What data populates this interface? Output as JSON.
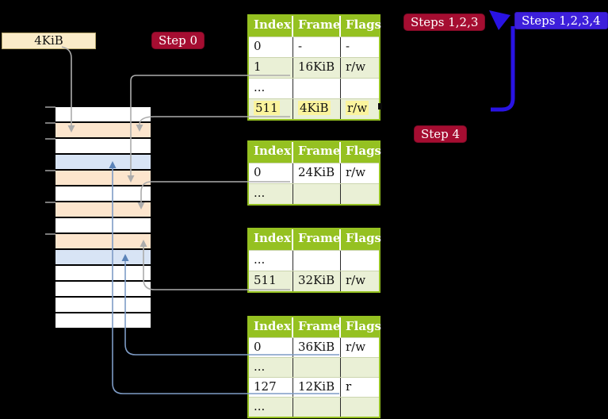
{
  "colors": {
    "background": "#000000",
    "table_header_green": "#95C121",
    "table_row_shaded": "#EAF0D6",
    "highlight_yellow": "#FBF49D",
    "badge_red": "#A50D31",
    "badge_blue": "#3D1FDB",
    "flow_arrow_blue": "#2913E3",
    "connector_gray": "#ACACAC",
    "connector_blue": "#7E9CC6",
    "frame_peach": "#FCE5CD",
    "frame_blue": "#D8E4F5",
    "label_wheat": "#FAEBC8"
  },
  "labels": {
    "frame_size": "4KiB",
    "step0": "Step 0",
    "steps123": "Steps 1,2,3",
    "steps1234": "Steps 1,2,3,4",
    "step4": "Step 4"
  },
  "page_tables": [
    {
      "headers": [
        "Index",
        "Frame",
        "Flags"
      ],
      "rows": [
        {
          "cls": "prow",
          "cells": [
            "0",
            "-",
            "-"
          ]
        },
        {
          "cls": "prow shaded",
          "cells": [
            "1",
            "16KiB",
            "r/w"
          ]
        },
        {
          "cls": "prow",
          "cells": [
            "...",
            "",
            ""
          ]
        },
        {
          "cls": "prow shaded hl",
          "cells": [
            "511",
            "4KiB",
            "r/w"
          ]
        }
      ]
    },
    {
      "headers": [
        "Index",
        "Frame",
        "Flags"
      ],
      "rows": [
        {
          "cls": "prow",
          "cells": [
            "0",
            "24KiB",
            "r/w"
          ]
        },
        {
          "cls": "prow shaded",
          "cells": [
            "...",
            "",
            ""
          ]
        }
      ]
    },
    {
      "headers": [
        "Index",
        "Frame",
        "Flags"
      ],
      "rows": [
        {
          "cls": "prow",
          "cells": [
            "...",
            "",
            ""
          ]
        },
        {
          "cls": "prow shaded",
          "cells": [
            "511",
            "32KiB",
            "r/w"
          ]
        }
      ]
    },
    {
      "headers": [
        "Index",
        "Frame",
        "Flags"
      ],
      "rows": [
        {
          "cls": "prow",
          "cells": [
            "0",
            "36KiB",
            "r/w"
          ]
        },
        {
          "cls": "prow shaded",
          "cells": [
            "...",
            "",
            ""
          ]
        },
        {
          "cls": "prow",
          "cells": [
            "127",
            "12KiB",
            "r"
          ]
        },
        {
          "cls": "prow shaded",
          "cells": [
            "...",
            "",
            ""
          ]
        }
      ]
    }
  ],
  "memory": {
    "rows": [
      {
        "cls": "mem-row white"
      },
      {
        "cls": "mem-row peach"
      },
      {
        "cls": "mem-row white"
      },
      {
        "cls": "mem-row blue"
      },
      {
        "cls": "mem-row peach"
      },
      {
        "cls": "mem-row white"
      },
      {
        "cls": "mem-row peach"
      },
      {
        "cls": "mem-row white"
      },
      {
        "cls": "mem-row peach"
      },
      {
        "cls": "mem-row blue"
      },
      {
        "cls": "mem-row white"
      },
      {
        "cls": "mem-row white"
      },
      {
        "cls": "mem-row white"
      },
      {
        "cls": "mem-row white"
      }
    ]
  }
}
